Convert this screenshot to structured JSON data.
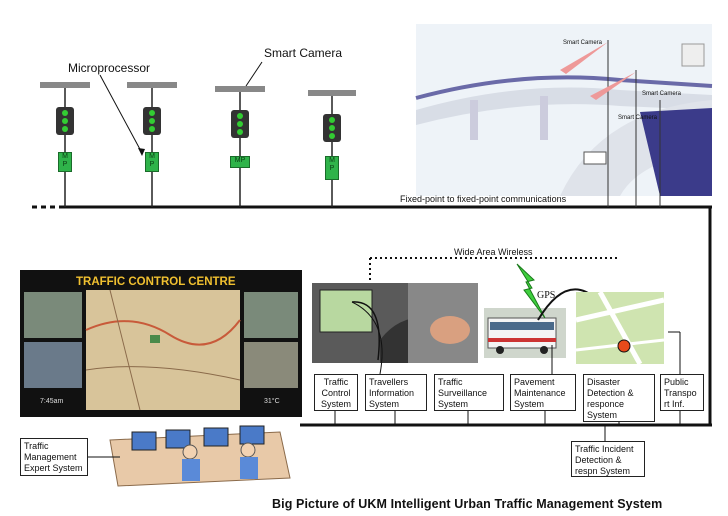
{
  "labels": {
    "microprocessor": "Microprocessor",
    "smart_camera": "Smart Camera",
    "fixed_comm": "Fixed-point to fixed-point communications",
    "wide_area": "Wide Area Wireless",
    "gps": "GPS",
    "tcc_title": "TRAFFIC CONTROL CENTRE",
    "tcc_time": "7:45am",
    "tcc_temp": "31°C",
    "photo_cam_1": "Smart Camera",
    "photo_cam_2": "Smart Camera",
    "photo_cam_3": "Smart Camera"
  },
  "mp_boxes": [
    "M\nP",
    "M\nP",
    "MP",
    "M\nP"
  ],
  "boxes": {
    "traffic_control": "Traffic\nControl\nSystem",
    "travellers_info": "Travellers\nInformation\nSystem",
    "traffic_surveillance": "Traffic\nSurveillance\nSystem",
    "pavement": "Pavement\nMaintenance\nSystem",
    "disaster": "Disaster\nDetection &\nresponce\nSystem",
    "public_transport": "Public\nTranspo\nrt Inf.",
    "tm_expert": "Traffic\nManagement\nExpert System",
    "incident": "Traffic Incident\nDetection &\nrespn System"
  },
  "caption": "Big Picture of UKM Intelligent Urban Traffic Management System",
  "colors": {
    "signal_green": "#2fb34a",
    "gps_bolt": "#3fcf3f",
    "dashboard_bg": "#111111",
    "dashboard_title": "#f0c030"
  }
}
